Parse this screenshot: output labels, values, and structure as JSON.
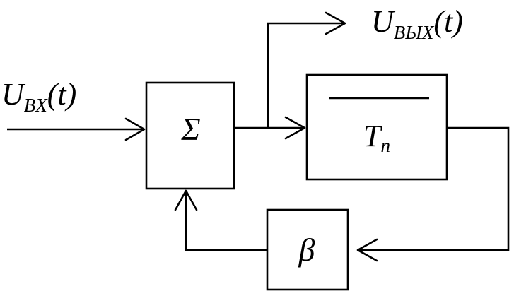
{
  "input_signal": {
    "main": "U",
    "subscript": "BX",
    "argument": "(t)"
  },
  "output_signal": {
    "main": "U",
    "subscript": "BЫX",
    "argument": "(t)"
  },
  "summator": {
    "label": "Σ"
  },
  "delay_block": {
    "label": "T",
    "subscript": "n"
  },
  "feedback_block": {
    "label": "β"
  }
}
